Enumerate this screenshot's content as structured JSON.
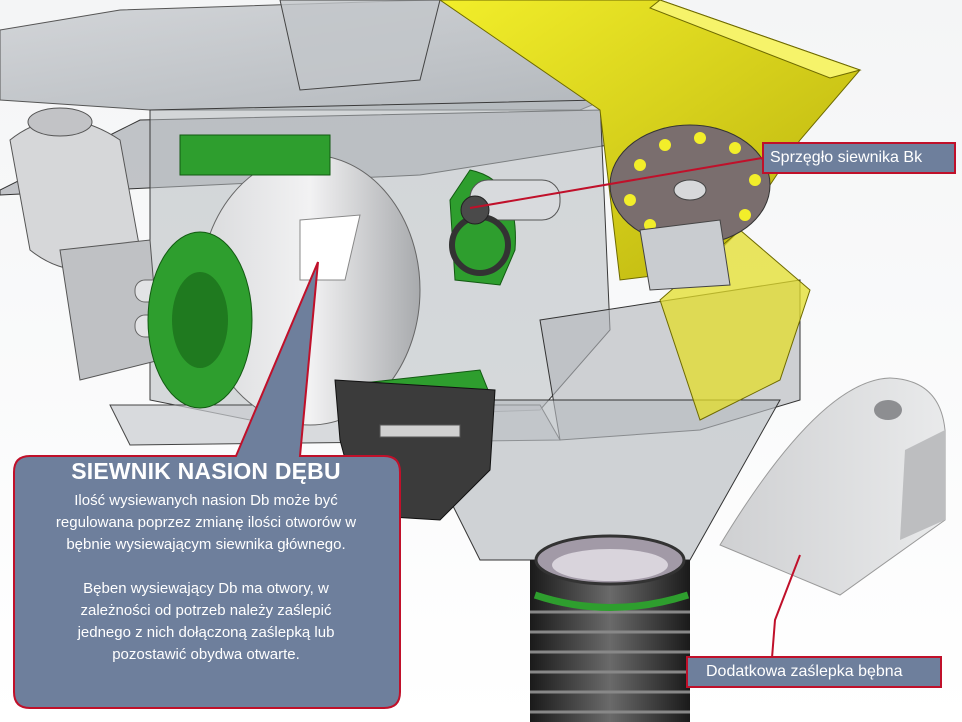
{
  "callouts": {
    "coupling_label": "Sprzęgło siewnika Bk",
    "plug_label": "Dodatkowa zaślepka bębna"
  },
  "info_box": {
    "title": "SIEWNIK NASION DĘBU",
    "paragraph1": [
      "Ilość wysiewanych nasion Db może być",
      "regulowana poprzez zmianę ilości otworów w",
      "bębnie wysiewającym siewnika głównego."
    ],
    "paragraph2": [
      "Bęben wysiewający Db ma otwory, w",
      "zależności od potrzeb  należy zaślepić",
      "jednego z nich dołączoną zaślepką lub",
      "pozostawić obydwa otwarte."
    ]
  },
  "colors": {
    "callout_fill": "#6e7f9c",
    "callout_border": "#c0102a",
    "part_green": "#2e9e2e",
    "part_yellow": "#e6e010",
    "housing_gray": "#b8bcc0"
  }
}
